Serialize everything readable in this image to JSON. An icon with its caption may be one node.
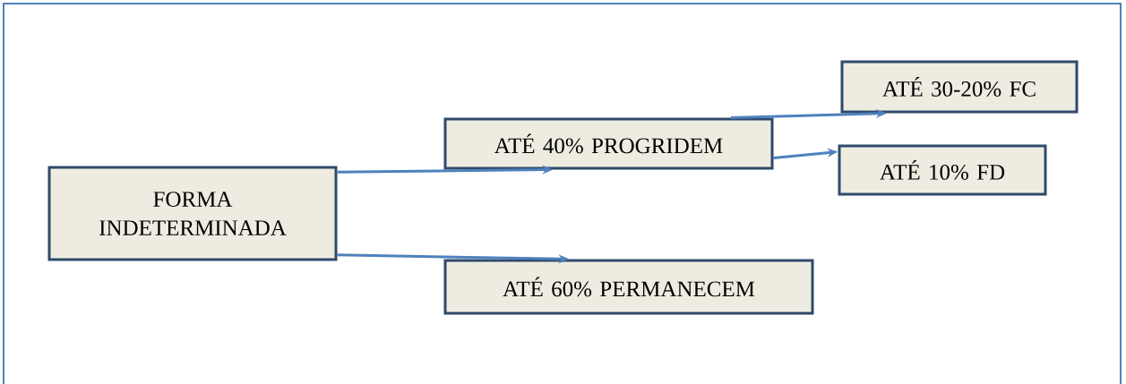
{
  "diagram": {
    "nodes": [
      {
        "text": [
          "FORMA INDETERMINADA"
        ]
      },
      {
        "text": [
          "ATÉ 40%  PROGRIDEM"
        ]
      },
      {
        "text": [
          "ATÉ 60% PERMANECEM"
        ]
      },
      {
        "text": [
          "ATÉ 30-20% FC"
        ]
      },
      {
        "text": [
          "ATÉ 10% FD"
        ]
      }
    ],
    "edges": [
      {
        "from": 0,
        "to": 1,
        "arrow": "to"
      },
      {
        "from": 0,
        "to": 2,
        "arrow": "to"
      },
      {
        "from": 1,
        "to": 3,
        "arrow": "to"
      },
      {
        "from": 1,
        "to": 4,
        "arrow": "to"
      }
    ]
  }
}
